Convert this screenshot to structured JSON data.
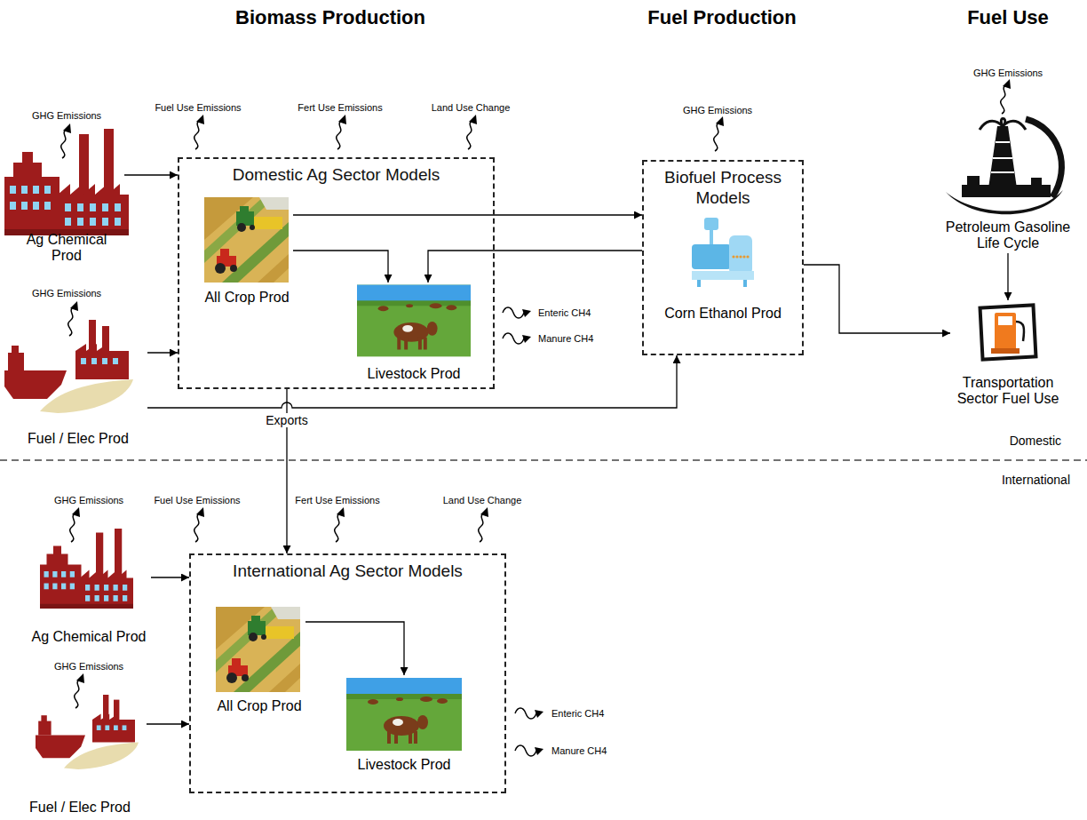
{
  "diagram": {
    "nodes": [
      {
        "text": [
          "Ag Chemical Prod"
        ]
      },
      {
        "text": [
          "Fuel / Elec Prod"
        ]
      },
      {
        "text": [
          "Domestic Ag Sector Models"
        ]
      },
      {
        "text": [
          "All Crop Prod"
        ],
        "in": 2
      },
      {
        "text": [
          "Livestock Prod"
        ],
        "in": 2
      },
      {
        "text": [
          "Biofuel Process Models"
        ]
      },
      {
        "text": [
          "Corn Ethanol Prod"
        ],
        "in": 5
      },
      {
        "text": [
          "Petroleum Gasoline Life Cycle"
        ]
      },
      {
        "text": [
          "Transportation Sector Fuel Use"
        ]
      },
      {
        "text": [
          "Ag Chemical Prod"
        ]
      },
      {
        "text": [
          "Fuel / Elec Prod"
        ]
      },
      {
        "text": [
          "International Ag Sector Models"
        ]
      },
      {
        "text": [
          "All Crop Prod"
        ],
        "in": 11
      },
      {
        "text": [
          "Livestock Prod"
        ],
        "in": 11
      }
    ],
    "edges": [
      {
        "from": 0,
        "to": 2,
        "arrow": "to"
      },
      {
        "from": 1,
        "to": 2,
        "arrow": "to"
      },
      {
        "from": 1,
        "to": 5,
        "arrow": "to"
      },
      {
        "from": 3,
        "to": 5,
        "arrow": "to"
      },
      {
        "from": 3,
        "to": 4,
        "arrow": "to"
      },
      {
        "from": 5,
        "to": 4,
        "arrow": "to"
      },
      {
        "from": 5,
        "to": 8,
        "arrow": "to"
      },
      {
        "from": 7,
        "to": 8,
        "arrow": "to"
      },
      {
        "from": 2,
        "to": 11,
        "label": "Exports",
        "arrow": "to"
      },
      {
        "from": 9,
        "to": 11,
        "arrow": "to"
      },
      {
        "from": 10,
        "to": 11,
        "arrow": "to"
      },
      {
        "from": 12,
        "to": 13,
        "arrow": "to"
      }
    ],
    "labels": [
      "Biomass Production",
      "Fuel Production",
      "Fuel Use",
      "GHG Emissions",
      "Fuel Use Emissions",
      "Fert Use Emissions",
      "Land Use Change",
      "GHG Emissions",
      "GHG Emissions",
      "GHG Emissions",
      "Enteric CH4",
      "Manure CH4",
      "Domestic",
      "International",
      "GHG Emissions",
      "Fuel Use Emissions",
      "Fert Use Emissions",
      "Land Use Change",
      "GHG Emissions",
      "Enteric CH4",
      "Manure CH4"
    ]
  }
}
